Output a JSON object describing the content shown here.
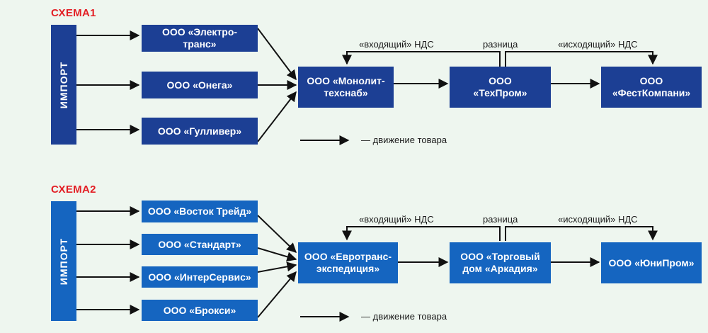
{
  "scheme1": {
    "title": "СХЕМА1",
    "import_label": "ИМПОРТ",
    "suppliers": [
      "ООО «Электро-\nтранс»",
      "ООО «Онега»",
      "ООО «Гулливер»"
    ],
    "main_chain": [
      "ООО «Монолит-\nтехснаб»",
      "ООО\n«ТехПром»",
      "ООО\n«ФестКомпани»"
    ],
    "vat_in": "«входящий» НДС",
    "difference": "разница",
    "vat_out": "«исходящий» НДС",
    "legend": "— движение товара"
  },
  "scheme2": {
    "title": "СХЕМА2",
    "import_label": "ИМПОРТ",
    "suppliers": [
      "ООО «Восток Трейд»",
      "ООО «Стандарт»",
      "ООО «ИнтерСервис»",
      "ООО «Брокси»"
    ],
    "main_chain": [
      "ООО «Евротранс-\nэкспедиция»",
      "ООО «Торговый\nдом «Аркадия»",
      "ООО «ЮниПром»"
    ],
    "vat_in": "«входящий» НДС",
    "difference": "разница",
    "vat_out": "«исходящий» НДС",
    "legend": "— движение товара"
  }
}
